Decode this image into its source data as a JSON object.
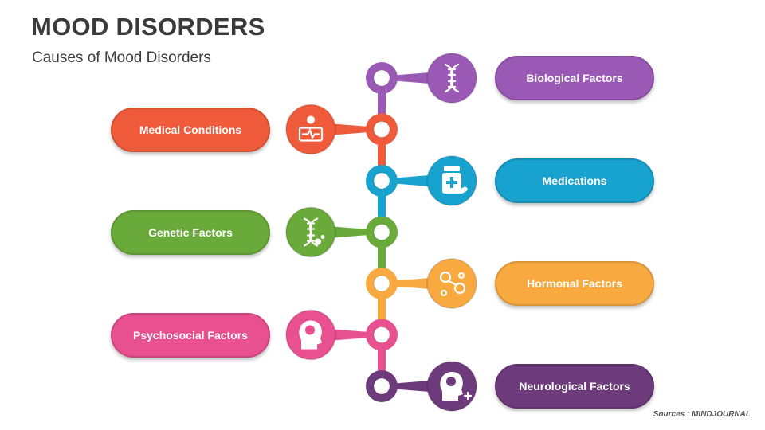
{
  "header": {
    "title": "MOOD DISORDERS",
    "subtitle": "Causes of Mood Disorders"
  },
  "footer": {
    "source": "Sources : MINDJOURNAL"
  },
  "colors": {
    "purple": "#9b59b6",
    "red": "#ef5a3a",
    "blue": "#17a2cf",
    "green": "#6aaa3a",
    "orange": "#f8a93f",
    "pink": "#e8508f",
    "dark_purple": "#6d3a7c"
  },
  "factors": [
    {
      "label": "Biological Factors",
      "side": "right",
      "color": "#9b59b6",
      "icon": "dna-icon"
    },
    {
      "label": "Medical Conditions",
      "side": "left",
      "color": "#ef5a3a",
      "icon": "medical-monitor-icon"
    },
    {
      "label": "Medications",
      "side": "right",
      "color": "#17a2cf",
      "icon": "medicine-bottle-icon"
    },
    {
      "label": "Genetic Factors",
      "side": "left",
      "color": "#6aaa3a",
      "icon": "dna-molecule-icon"
    },
    {
      "label": "Hormonal Factors",
      "side": "right",
      "color": "#f8a93f",
      "icon": "hormone-molecule-icon"
    },
    {
      "label": "Psychosocial Factors",
      "side": "left",
      "color": "#e8508f",
      "icon": "head-brain-icon"
    },
    {
      "label": "Neurological Factors",
      "side": "right",
      "color": "#6d3a7c",
      "icon": "brain-plus-icon"
    }
  ]
}
